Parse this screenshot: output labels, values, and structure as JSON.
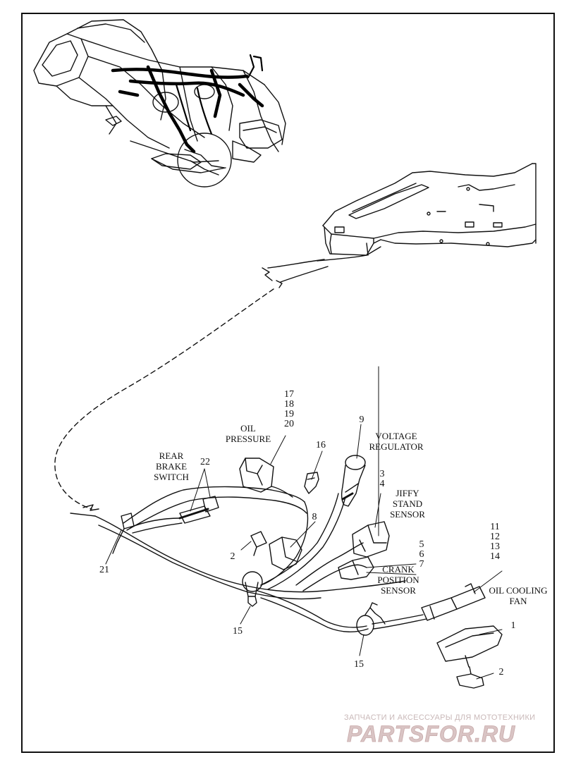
{
  "labels": {
    "voltage_regulator": "VOLTAGE\nREGULATOR",
    "oil_pressure": "OIL\nPRESSURE",
    "rear_brake_switch": "REAR\nBRAKE\nSWITCH",
    "jiffy_stand_sensor": "JIFFY\nSTAND\nSENSOR",
    "crank_position_sensor": "CRANK\nPOSITION\nSENSOR",
    "oil_cooling_fan": "OIL COOLING\nFAN"
  },
  "callouts": {
    "c1": "1",
    "c2a": "2",
    "c2b": "2",
    "c3": "3",
    "c4": "4",
    "c5": "5",
    "c6": "6",
    "c7": "7",
    "c8": "8",
    "c9": "9",
    "c11": "11",
    "c12": "12",
    "c13": "13",
    "c14": "14",
    "c15a": "15",
    "c15b": "15",
    "c16": "16",
    "c17": "17",
    "c18": "18",
    "c19": "19",
    "c20": "20",
    "c21": "21",
    "c22": "22"
  },
  "watermark": {
    "tagline": "ЗАПЧАСТИ И АКСЕССУАРЫ ДЛЯ МОТОТЕХНИКИ",
    "logo": "PARTSFOR.RU",
    "logo_color": "#d9c4c4"
  }
}
